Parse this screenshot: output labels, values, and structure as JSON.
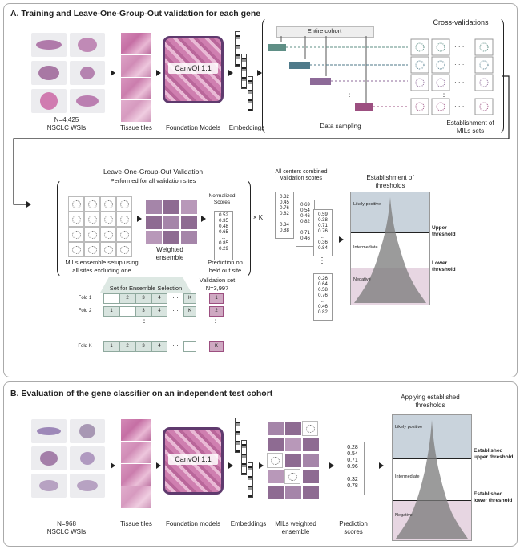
{
  "panelA": {
    "title": "A.  Training and Leave-One-Group-Out validation for each gene",
    "wsi_count": "N=4,425",
    "wsi_type": "NSCLC WSIs",
    "tiles_label": "Tissue tiles",
    "fm_name": "CanvOI 1.1",
    "fm_label": "Foundation Models",
    "embeddings_label": "Embeddings",
    "cv_title": "Cross-validations",
    "cohort_label": "Entire cohort",
    "sampling_label": "Data sampling",
    "mils_label": "Establishment of MILs sets",
    "logo_title": "Leave-One-Group-Out Validation",
    "logo_sub": "Performed for all  validation sites",
    "norm_label": "Normalized Scores",
    "norm_scores": [
      "0.52",
      "0.35",
      "0.48",
      "0.65",
      "...",
      "0.85",
      "0.29"
    ],
    "ensemble_setup": "MILs ensemble setup using all sites excluding one",
    "weighted_label": "Weighted ensemble",
    "prediction_label": "Prediction on held out site",
    "times_k": "× K",
    "combined_label": "All centers combined validation scores",
    "combined_col1": [
      "0.32",
      "0.45",
      "0.76",
      "0.82",
      "...",
      "0.34",
      "0.88"
    ],
    "combined_col2": [
      "0.69",
      "0.54",
      "0.46",
      "0.82",
      "...",
      "0.71",
      "0.46"
    ],
    "combined_col3": [
      "0.59",
      "0.38",
      "0.71",
      "0.76",
      "...",
      "0.36",
      "0.84"
    ],
    "combined_col4": [
      "0.26",
      "0.64",
      "0.58",
      "0.76",
      "...",
      "0.46",
      "0.82"
    ],
    "thresholds_title": "Establishment of thresholds",
    "likely_positive": "Likely positive",
    "intermediate": "Intermediate",
    "negative": "Negative",
    "upper_threshold": "Upper threshold",
    "lower_threshold": "Lower threshold",
    "ensemble_set": "Set for Ensemble Selection",
    "validation_set": "Validation set",
    "validation_n": "N=3,997",
    "folds": [
      {
        "name": "Fold 1",
        "cells": [
          "",
          "2",
          "3",
          "4",
          "K"
        ],
        "val": "1"
      },
      {
        "name": "Fold 2",
        "cells": [
          "1",
          "",
          "3",
          "4",
          "K"
        ],
        "val": "2"
      },
      {
        "name": "Fold K",
        "cells": [
          "1",
          "2",
          "3",
          "4",
          ""
        ],
        "val": "K"
      }
    ]
  },
  "panelB": {
    "title": "B.  Evaluation of the gene classifier on an independent test cohort",
    "wsi_count": "N=968",
    "wsi_type": "NSCLC WSIs",
    "tiles_label": "Tissue tiles",
    "fm_name": "CanvOI 1.1",
    "fm_label": "Foundation models",
    "embeddings_label": "Embeddings",
    "ensemble_label": "MILs weighted ensemble",
    "scores": [
      "0.28",
      "0.54",
      "0.71",
      "0.96",
      "...",
      "0.32",
      "0.78"
    ],
    "prediction_label": "Prediction scores",
    "thresholds_title": "Applying established thresholds",
    "likely_positive": "Likely positive",
    "intermediate": "Intermediate",
    "negative": "Negative",
    "upper_threshold": "Established upper threshold",
    "lower_threshold": "Established lower threshold"
  },
  "colors": {
    "teal": "#5f8f86",
    "slate": "#4f7a8a",
    "purple": "#8d6a98",
    "mauve": "#9c4f80",
    "band_top": "#c9d3dc",
    "band_bottom": "#e7d6e2"
  }
}
